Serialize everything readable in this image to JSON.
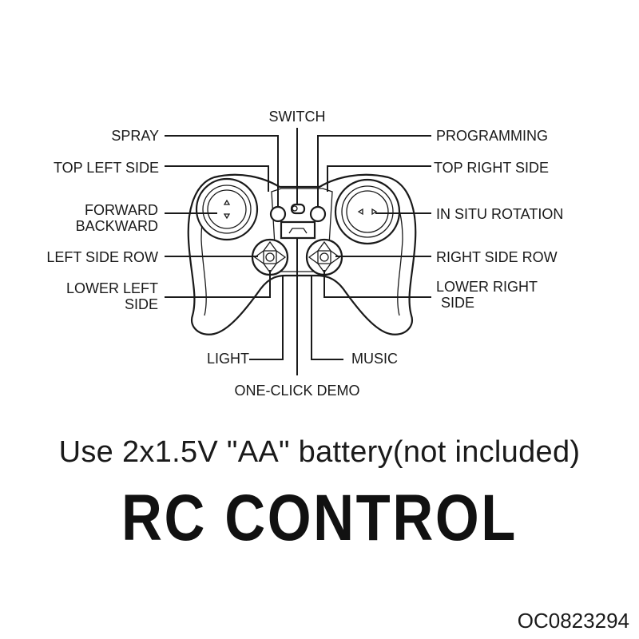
{
  "labels": {
    "switch": "SWITCH",
    "spray": "SPRAY",
    "programming": "PROGRAMMING",
    "top_left_side": "TOP LEFT SIDE",
    "top_right_side": "TOP RIGHT SIDE",
    "forward": "FORWARD",
    "backward": "BACKWARD",
    "in_situ_rotation": "IN SITU ROTATION",
    "left_side_row": "LEFT SIDE ROW",
    "right_side_row": "RIGHT SIDE ROW",
    "lower_left": "LOWER LEFT",
    "lower_left_side": "SIDE",
    "lower_right": "LOWER RIGHT",
    "lower_right_side": "SIDE",
    "light": "LIGHT",
    "music": "MUSIC",
    "one_click_demo": "ONE-CLICK DEMO"
  },
  "battery_note": "Use 2x1.5V \"AA\" battery(not included)",
  "product_title": "RC CONTROL",
  "product_code": "OC0823294"
}
